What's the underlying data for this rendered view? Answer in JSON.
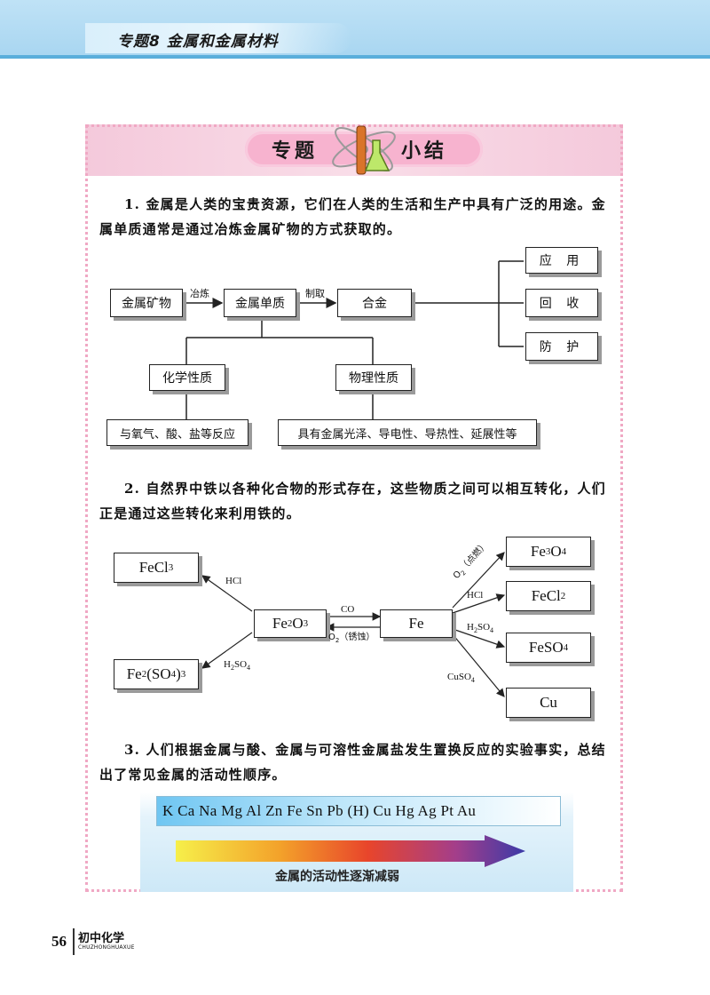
{
  "header": {
    "title": "专题8 金属和金属材料"
  },
  "banner": {
    "left": "专题",
    "right": "小结"
  },
  "paragraphs": {
    "p1": "1. 金属是人类的宝贵资源，它们在人类的生活和生产中具有广泛的用途。金属单质通常是通过冶炼金属矿物的方式获取的。",
    "p2": "2. 自然界中铁以各种化合物的形式存在，这些物质之间可以相互转化，人们正是通过这些转化来利用铁的。",
    "p3": "3. 人们根据金属与酸、金属与可溶性金属盐发生置换反应的实验事实，总结出了常见金属的活动性顺序。"
  },
  "diagram1": {
    "ore": "金属矿物",
    "smelt": "冶炼",
    "element": "金属单质",
    "make": "制取",
    "alloy": "合金",
    "apply": "应 用",
    "recycle": "回 收",
    "protect": "防 护",
    "chem": "化学性质",
    "phys": "物理性质",
    "chem_desc": "与氧气、酸、盐等反应",
    "phys_desc": "具有金属光泽、导电性、导热性、延展性等"
  },
  "diagram2": {
    "fe2o3_main": "Fe",
    "fe2o3_sub1": "2",
    "fe2o3_mid": "O",
    "fe2o3_sub2": "3",
    "fe": "Fe",
    "fecl3_main": "FeCl",
    "fecl3_sub": "3",
    "fe2so43_a": "Fe",
    "fe2so43_s1": "2",
    "fe2so43_b": "(SO",
    "fe2so43_s2": "4",
    "fe2so43_c": ")",
    "fe2so43_s3": "3",
    "fe3o4_a": "Fe",
    "fe3o4_s1": "3",
    "fe3o4_b": "O",
    "fe3o4_s2": "4",
    "fecl2_a": "FeCl",
    "fecl2_s": "2",
    "feso4_a": "FeSO",
    "feso4_s": "4",
    "cu": "Cu",
    "lbl_hcl_left": "HCl",
    "lbl_h2so4_left_a": "H",
    "lbl_h2so4_left_s1": "2",
    "lbl_h2so4_left_b": "SO",
    "lbl_h2so4_left_s2": "4",
    "lbl_co": "CO",
    "lbl_o2_rust_a": "O",
    "lbl_o2_rust_s": "2",
    "lbl_o2_rust_b": "（锈蚀）",
    "lbl_o2_burn_a": "O",
    "lbl_o2_burn_s": "2",
    "lbl_o2_burn_b": "（点燃）",
    "lbl_hcl_right": "HCl",
    "lbl_h2so4_right_a": "H",
    "lbl_h2so4_right_s1": "2",
    "lbl_h2so4_right_b": "SO",
    "lbl_h2so4_right_s2": "4",
    "lbl_cuso4_a": "CuSO",
    "lbl_cuso4_s": "4"
  },
  "activity": {
    "series": "K Ca Na Mg Al Zn Fe Sn Pb (H) Cu Hg Ag Pt Au",
    "caption": "金属的活动性逐渐减弱"
  },
  "footer": {
    "page": "56",
    "book": "初中化学",
    "pinyin": "CHUZHONGHUAXUE"
  }
}
